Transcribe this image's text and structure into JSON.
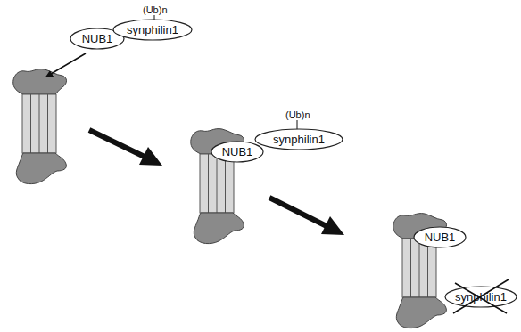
{
  "diagram": {
    "nodes": [
      {
        "text": [
          "NUB1"
        ]
      },
      {
        "text": [
          "synphilin1"
        ]
      },
      {
        "text": [
          "NUB1"
        ]
      },
      {
        "text": [
          "synphilin1"
        ]
      },
      {
        "text": [
          "NUB1"
        ]
      },
      {
        "text": [
          "synphilin1"
        ]
      }
    ],
    "labels": [
      "(Ub)n",
      "(Ub)n"
    ]
  }
}
